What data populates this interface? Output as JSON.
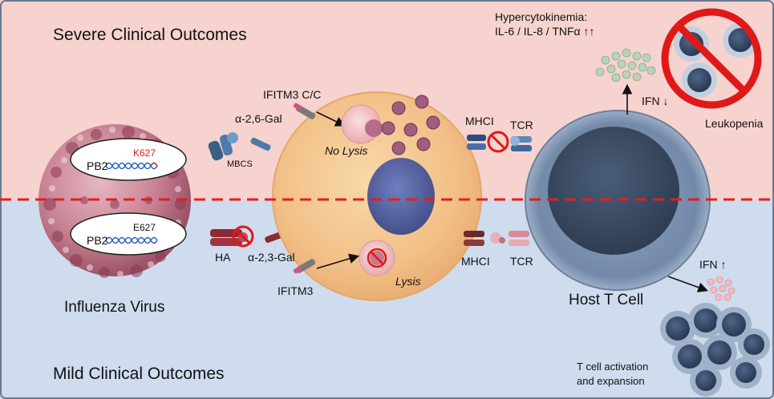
{
  "titles": {
    "severe": "Severe Clinical Outcomes",
    "mild": "Mild Clinical Outcomes"
  },
  "virus": {
    "label": "Influenza Virus",
    "top_protein": "PB2",
    "top_mutation": "K627",
    "bottom_protein": "PB2",
    "bottom_mutation": "E627"
  },
  "receptors": {
    "alpha26": "α-2,6-Gal",
    "alpha23": "α-2,3-Gal",
    "mbcs": "MBCS",
    "ha": "HA"
  },
  "host_cell": {
    "ifitm3_cc": "IFITM3 C/C",
    "ifitm3": "IFITM3",
    "no_lysis": "No Lysis",
    "lysis": "Lysis"
  },
  "t_cell": {
    "mhci_top": "MHCI",
    "tcr_top": "TCR",
    "mhci_bottom": "MHCI",
    "tcr_bottom": "TCR",
    "label": "Host T Cell"
  },
  "severe_outcomes": {
    "hypercytokinemia_line1": "Hypercytokinemia:",
    "hypercytokinemia_line2": "IL-6 / IL-8 / TNFα ↑↑",
    "ifn_down": "IFN ↓",
    "leukopenia": "Leukopenia"
  },
  "mild_outcomes": {
    "ifn_up": "IFN ↑",
    "activation_line1": "T cell activation",
    "activation_line2": "and expansion"
  },
  "colors": {
    "severe_bg": "#f6d3cf",
    "mild_bg": "#cfdcee",
    "divider": "#e02020",
    "host_cell": "#f4c48a",
    "nucleus": "#5b6aa8",
    "t_cell": "#5c6e86",
    "virus": "#c98595",
    "prohibit": "#e01818",
    "mutation_text": "#e01818"
  }
}
